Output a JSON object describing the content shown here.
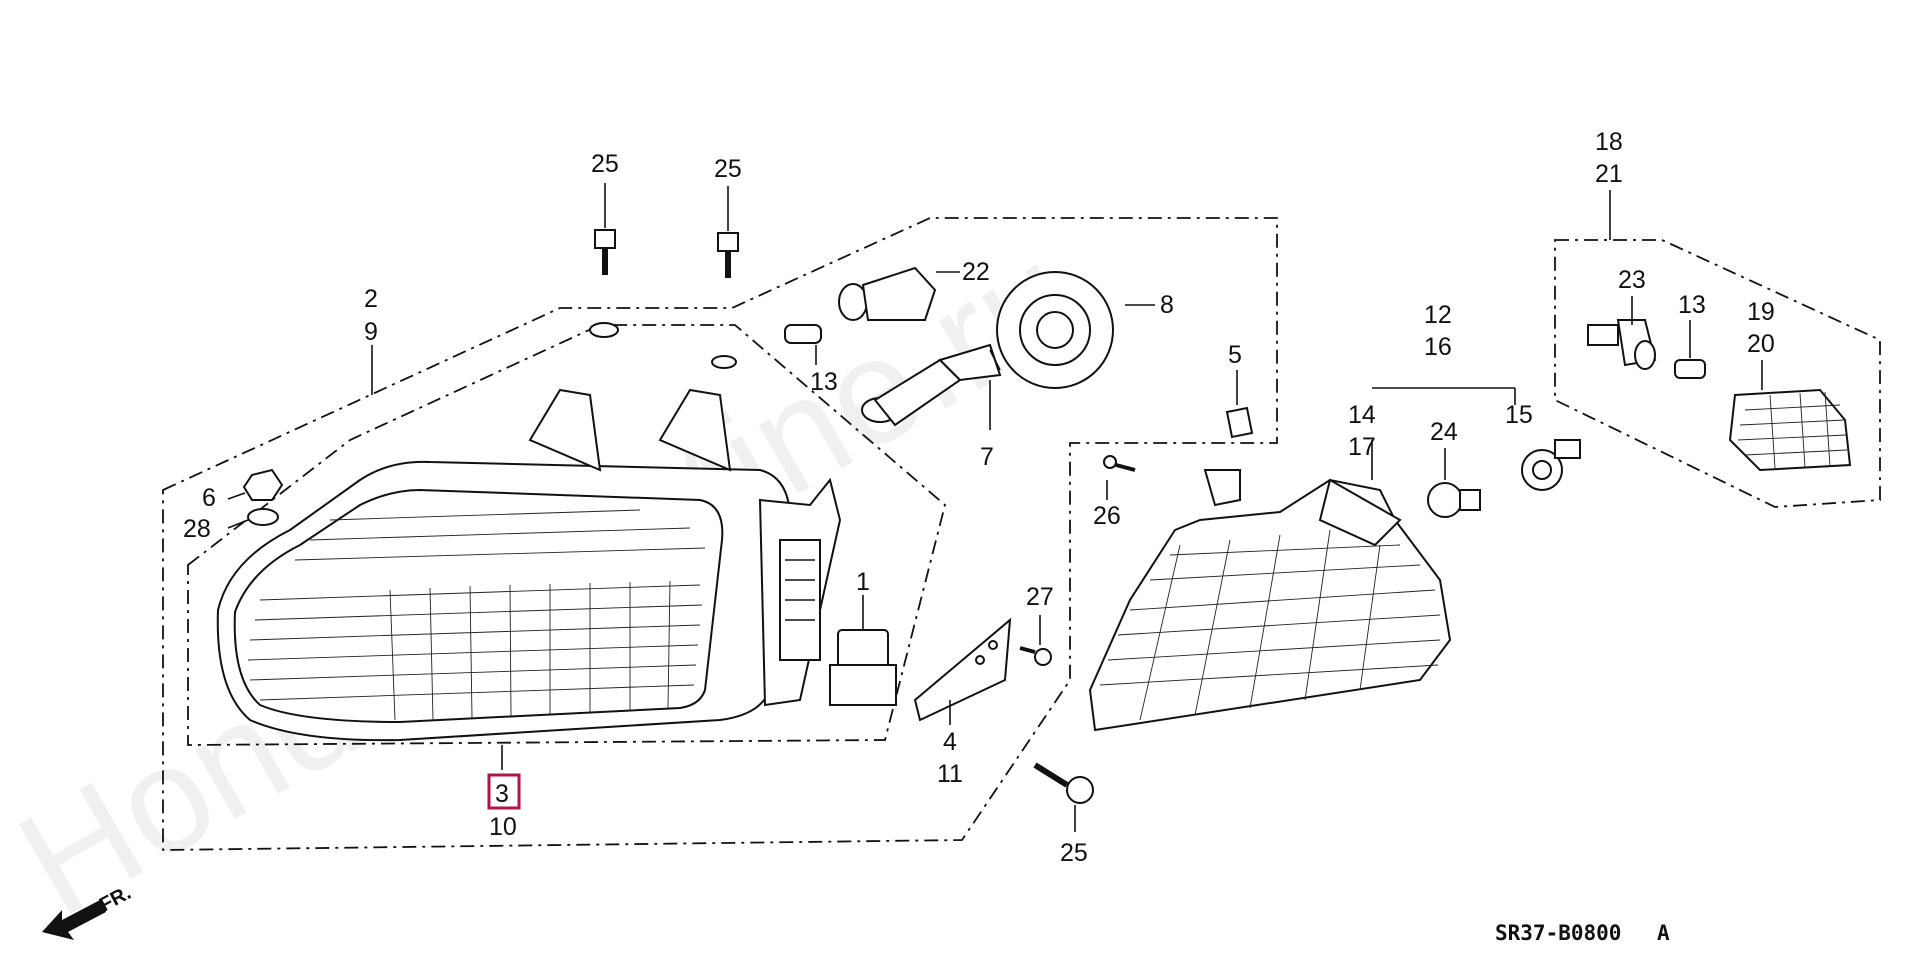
{
  "diagram_code": "SR37-B0800",
  "diagram_variant": "A",
  "watermark": "HondaCarMine.ru",
  "front_label": "FR.",
  "colors": {
    "highlight": "#b0154a",
    "line": "#111111",
    "background": "#ffffff"
  },
  "callouts": {
    "c25a": "25",
    "c25b": "25",
    "c25c": "25",
    "c2": "2",
    "c9": "9",
    "c22": "22",
    "c8": "8",
    "c13a": "13",
    "c7": "7",
    "c5": "5",
    "c6": "6",
    "c28": "28",
    "c1": "1",
    "c26": "26",
    "c27": "27",
    "c4": "4",
    "c11": "11",
    "c3": "3",
    "c10": "10",
    "c12": "12",
    "c16": "16",
    "c14": "14",
    "c17": "17",
    "c24": "24",
    "c15": "15",
    "c18": "18",
    "c21": "21",
    "c23": "23",
    "c13b": "13",
    "c19": "19",
    "c20": "20"
  },
  "selected_part": "3"
}
